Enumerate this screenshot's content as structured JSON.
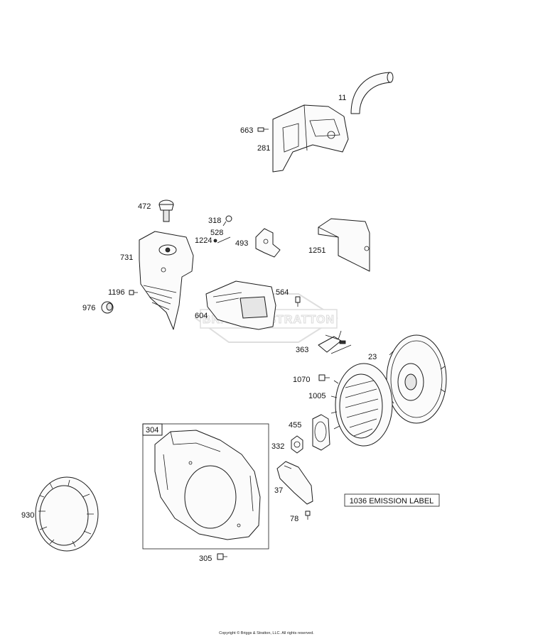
{
  "callouts": {
    "p11": "11",
    "p663": "663",
    "p281": "281",
    "p472": "472",
    "p318": "318",
    "p528": "528",
    "p1224": "1224",
    "p493": "493",
    "p1251": "1251",
    "p731": "731",
    "p1196": "1196",
    "p976": "976",
    "p564": "564",
    "p604": "604",
    "p363": "363",
    "p23": "23",
    "p1070": "1070",
    "p1005": "1005",
    "p455": "455",
    "p332": "332",
    "p304": "304",
    "p37": "37",
    "p78": "78",
    "p930": "930",
    "p305": "305"
  },
  "emission_label": "1036 EMISSION LABEL",
  "watermark": "BRIGGS & STRATTON",
  "copyright": "Copyright © Briggs & Stratton, LLC. All rights reserved."
}
